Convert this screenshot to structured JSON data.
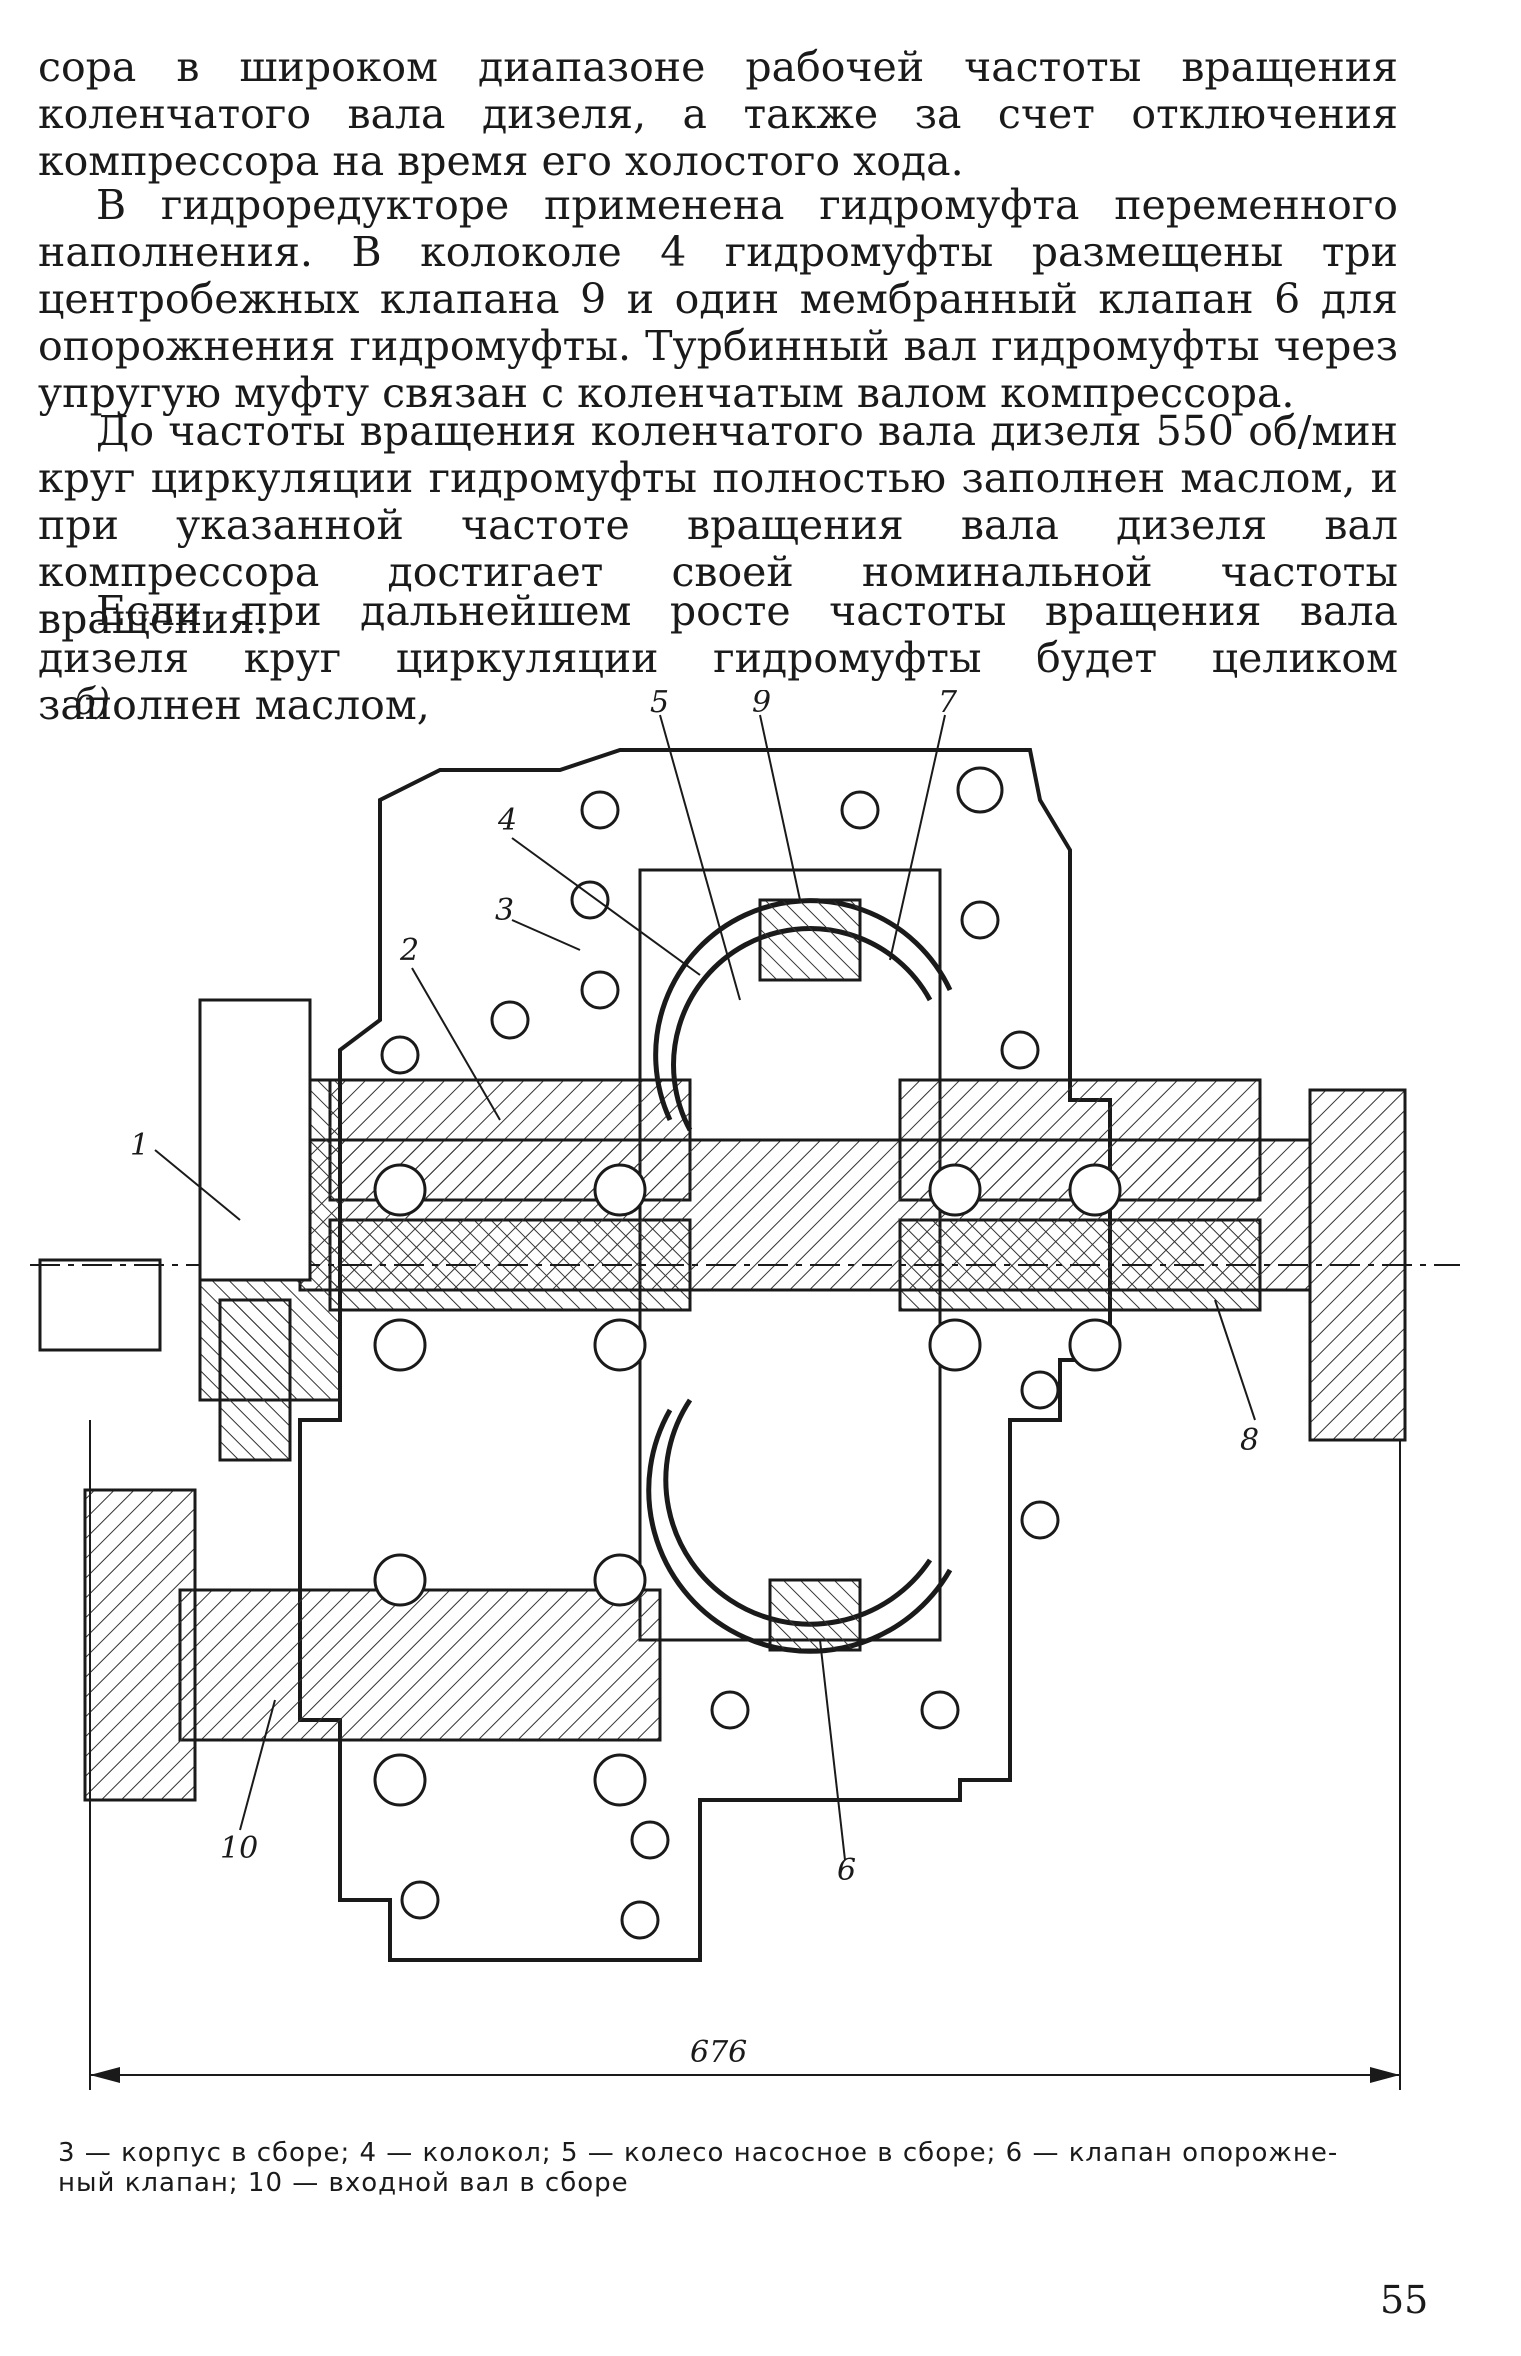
{
  "paragraphs": [
    "сора в широком диапазоне рабочей частоты вращения коленчатого вала дизеля, а также за счет отключения компрессора на время его холостого хода.",
    "В гидроредукторе применена гидромуфта переменного наполнения. В колоколе 4 гидромуфты размещены три центробежных клапана 9 и один мембранный клапан 6 для опорожнения гидромуфты. Турбинный вал гидромуфты через упругую муфту связан с коленчатым валом компрессора.",
    "До частоты вращения коленчатого вала дизеля 550 об/мин круг циркуляции гидромуфты полностью заполнен маслом, и при указанной частоте вращения вала дизеля вал компрессора достигает своей номинальной частоты вращения.",
    "Если при дальнейшем росте частоты вращения вала дизеля круг циркуляции гидромуфты будет целиком заполнен маслом,"
  ],
  "figure": {
    "letter": "б)",
    "labels": [
      "1",
      "2",
      "3",
      "4",
      "5",
      "6",
      "7",
      "8",
      "9",
      "10"
    ],
    "dimension": "676"
  },
  "caption": [
    "3 — корпус в сборе; 4 — колокол; 5 — колесо насосное в сборе; 6 — клапан опорожне-",
    "ный клапан; 10 — входной вал в сборе"
  ],
  "page_number": "55"
}
